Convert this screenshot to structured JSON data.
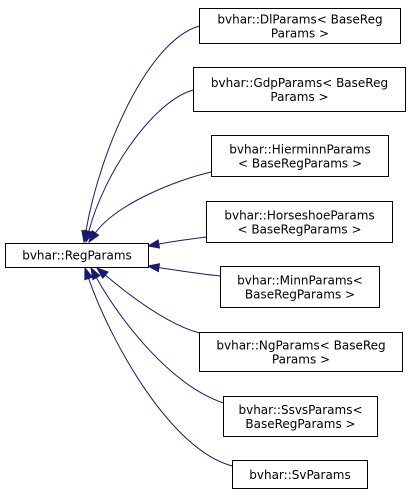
{
  "diagram": {
    "base": {
      "label": "bvhar::RegParams",
      "color": "#000000"
    },
    "derived": [
      {
        "lines": [
          "bvhar::DlParams< BaseReg",
          "Params >"
        ]
      },
      {
        "lines": [
          "bvhar::GdpParams< BaseReg",
          "Params >"
        ]
      },
      {
        "lines": [
          "bvhar::HierminnParams",
          "< BaseRegParams >"
        ]
      },
      {
        "lines": [
          "bvhar::HorseshoeParams",
          "< BaseRegParams >"
        ]
      },
      {
        "lines": [
          "bvhar::MinnParams<",
          "BaseRegParams >"
        ]
      },
      {
        "lines": [
          "bvhar::NgParams< BaseReg",
          "Params >"
        ]
      },
      {
        "lines": [
          "bvhar::SsvsParams<",
          "BaseRegParams >"
        ]
      },
      {
        "lines": [
          "bvhar::SvParams"
        ]
      }
    ],
    "edge_color": "#191970",
    "relation": "inheritance"
  }
}
